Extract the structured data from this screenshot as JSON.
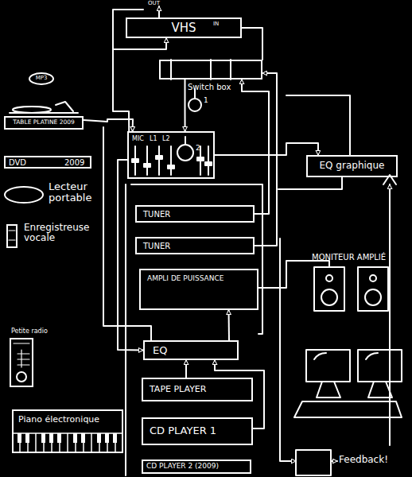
{
  "diagram": {
    "nodes": [
      {
        "text": [
          "VHS"
        ]
      },
      {
        "text": [
          "MP3"
        ]
      },
      {
        "text": [
          "Switch box"
        ]
      },
      {
        "text": [
          "TABLE PLATINE 2009"
        ]
      },
      {
        "text": [
          "MIC",
          "L1",
          "L2"
        ]
      },
      {
        "text": [
          "DVD",
          "2009"
        ]
      },
      {
        "text": [
          "EQ graphique"
        ]
      },
      {
        "text": [
          "Lecteur portable"
        ]
      },
      {
        "text": [
          "TUNER"
        ]
      },
      {
        "text": [
          "Enregistreuse vocale"
        ]
      },
      {
        "text": [
          "TUNER"
        ]
      },
      {
        "text": [
          "AMPLI DE PUISSANCE"
        ]
      },
      {
        "text": [
          "Petite radio"
        ]
      },
      {
        "text": [
          "EQ"
        ]
      },
      {
        "text": [
          "TAPE PLAYER"
        ]
      },
      {
        "text": [
          "Piano électronique"
        ]
      },
      {
        "text": [
          "CD PLAYER 1"
        ]
      },
      {
        "text": [
          "CD PLAYER 2 (2009)"
        ]
      }
    ],
    "edges": [
      {
        "from": 3,
        "to": 4,
        "arrow": "to"
      },
      {
        "from": 4,
        "to": 0,
        "arrow": "to"
      },
      {
        "from": 2,
        "to": 4,
        "arrow": "to"
      },
      {
        "from": 4,
        "to": 6,
        "arrow": "to"
      },
      {
        "from": 8,
        "to": 2,
        "arrow": "to"
      },
      {
        "from": 10,
        "to": 2,
        "arrow": "to"
      },
      {
        "from": 13,
        "to": 11,
        "arrow": "to"
      },
      {
        "from": 14,
        "to": 13,
        "arrow": "to"
      },
      {
        "from": 16,
        "to": 13,
        "arrow": "to"
      },
      {
        "from": 4,
        "to": 13,
        "arrow": "to"
      }
    ],
    "labels": [
      "OUT",
      "IN",
      "1",
      "2",
      "MONITEUR AMPLIÉ",
      "Feedback!"
    ]
  }
}
